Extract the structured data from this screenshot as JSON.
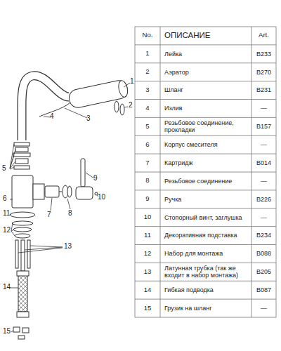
{
  "diagram": {
    "labels": [
      "No.",
      "ОПИСАНИЕ",
      "Art.",
      "1",
      "Лейка",
      "B233",
      "2",
      "Аэратор",
      "B270",
      "3",
      "Шланг",
      "B231",
      "4",
      "Излив",
      "—",
      "5",
      "Резьбовое соединение, прокладки",
      "B157",
      "6",
      "Корпус смесителя",
      "—",
      "7",
      "Картридж",
      "B014",
      "8",
      "Резьбовое соединение",
      "—",
      "9",
      "Ручка",
      "B226",
      "10",
      "Стопорный винт, заглушка",
      "—",
      "11",
      "Декоративная подставка",
      "B234",
      "12",
      "Набор для монтажа",
      "B088",
      "13",
      "Латунная трубка (так же входит в набор монтажа)",
      "B205",
      "14",
      "Гибкая подводка",
      "B087",
      "15",
      "Грузик на шланг",
      "—",
      "1",
      "2",
      "3",
      "4",
      "5",
      "6",
      "7",
      "8",
      "9",
      "10",
      "11",
      "12",
      "13",
      "14",
      "15"
    ]
  }
}
